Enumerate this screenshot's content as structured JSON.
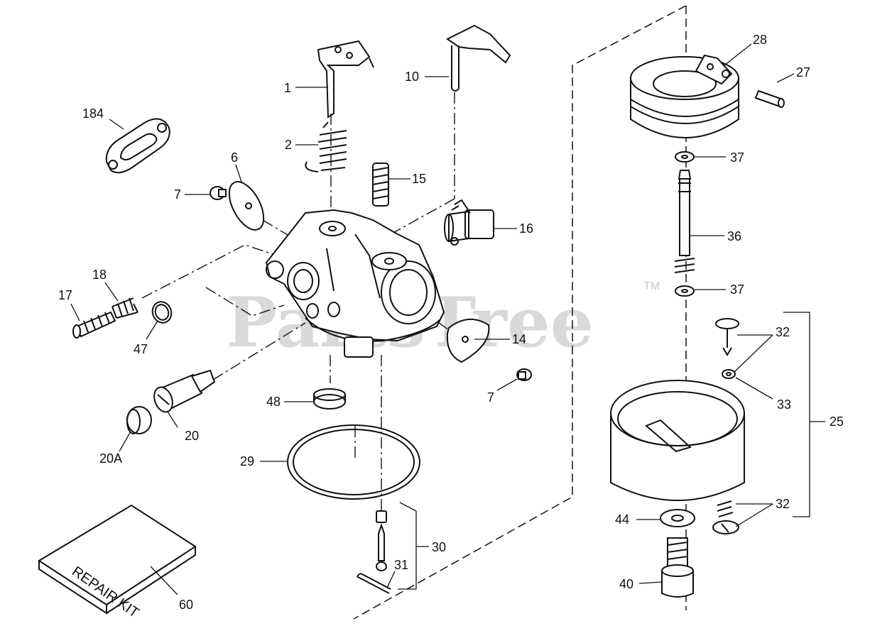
{
  "watermark": {
    "text": "PartsTree",
    "tm": "TM"
  },
  "repair_kit_text": "REPAIR KIT",
  "callouts": {
    "c1": "1",
    "c2": "2",
    "c6": "6",
    "c7a": "7",
    "c7b": "7",
    "c10": "10",
    "c14": "14",
    "c15": "15",
    "c16": "16",
    "c17": "17",
    "c18": "18",
    "c20": "20",
    "c20a": "20A",
    "c25": "25",
    "c27": "27",
    "c28": "28",
    "c29": "29",
    "c30": "30",
    "c31": "31",
    "c32a": "32",
    "c32b": "32",
    "c33": "33",
    "c36": "36",
    "c37a": "37",
    "c37b": "37",
    "c40": "40",
    "c44": "44",
    "c47": "47",
    "c48": "48",
    "c60": "60",
    "c184": "184"
  }
}
